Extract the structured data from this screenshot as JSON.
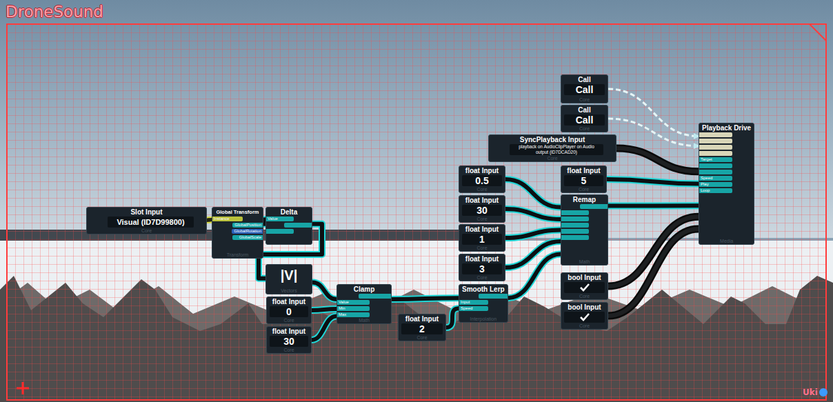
{
  "diagram": {
    "title": "DroneSound",
    "nodes": [
      {
        "text": [
          "Slot Input",
          "Visual (ID7D99800)",
          "Core"
        ]
      },
      {
        "text": [
          "Global Transform",
          "Instance",
          "GlobalPosition",
          "GlobalRotation",
          "GlobalScale",
          "Transform"
        ]
      },
      {
        "text": [
          "Delta",
          "Value"
        ]
      },
      {
        "text": [
          "|V|",
          "Vectors"
        ]
      },
      {
        "text": [
          "float Input",
          "0",
          "Core"
        ]
      },
      {
        "text": [
          "float Input",
          "30",
          "Core"
        ]
      },
      {
        "text": [
          "Clamp",
          "Value",
          "Min",
          "Max",
          "Math"
        ]
      },
      {
        "text": [
          "float Input",
          "2",
          "Core"
        ]
      },
      {
        "text": [
          "Smooth Lerp",
          "Input",
          "Speed",
          "Interpolation"
        ]
      },
      {
        "text": [
          "float Input",
          "0.5",
          "Core"
        ]
      },
      {
        "text": [
          "float Input",
          "30",
          "Core"
        ]
      },
      {
        "text": [
          "float Input",
          "1",
          "Core"
        ]
      },
      {
        "text": [
          "float Input",
          "3",
          "Core"
        ]
      },
      {
        "text": [
          "Call",
          "Call",
          "Core"
        ]
      },
      {
        "text": [
          "Call",
          "Call",
          "Core"
        ]
      },
      {
        "text": [
          "SyncPlayback Input",
          "playback on AudioClipPlayer on Audio output (ID7DCAD20)",
          "Core"
        ]
      },
      {
        "text": [
          "float Input",
          "5",
          "Core"
        ]
      },
      {
        "text": [
          "Remap",
          "Math"
        ]
      },
      {
        "text": [
          "bool Input",
          "Core"
        ]
      },
      {
        "text": [
          "bool Input",
          "Core"
        ]
      },
      {
        "text": [
          "Playback Drive",
          "Target",
          "Speed",
          "Play",
          "Loop",
          "Media"
        ]
      }
    ],
    "edges": [
      {
        "from": 0,
        "to": 1,
        "arrow": "none"
      },
      {
        "from": 1,
        "to": 2,
        "arrow": "none"
      },
      {
        "from": 2,
        "to": 3,
        "arrow": "none"
      },
      {
        "from": 3,
        "to": 6,
        "arrow": "none"
      },
      {
        "from": 4,
        "to": 6,
        "arrow": "none"
      },
      {
        "from": 5,
        "to": 6,
        "arrow": "none"
      },
      {
        "from": 6,
        "to": 8,
        "arrow": "none"
      },
      {
        "from": 7,
        "to": 8,
        "arrow": "none"
      },
      {
        "from": 8,
        "to": 17,
        "arrow": "none"
      },
      {
        "from": 9,
        "to": 17,
        "arrow": "none"
      },
      {
        "from": 10,
        "to": 17,
        "arrow": "none"
      },
      {
        "from": 11,
        "to": 17,
        "arrow": "none"
      },
      {
        "from": 12,
        "to": 17,
        "arrow": "none"
      },
      {
        "from": 13,
        "to": 20,
        "arrow": "to"
      },
      {
        "from": 14,
        "to": 20,
        "arrow": "to"
      },
      {
        "from": 15,
        "to": 20,
        "arrow": "none"
      },
      {
        "from": 16,
        "to": 20,
        "arrow": "none"
      },
      {
        "from": 17,
        "to": 20,
        "arrow": "none"
      },
      {
        "from": 18,
        "to": 20,
        "arrow": "none"
      },
      {
        "from": 19,
        "to": 20,
        "arrow": "none"
      }
    ],
    "labels": [
      "Uki"
    ]
  }
}
